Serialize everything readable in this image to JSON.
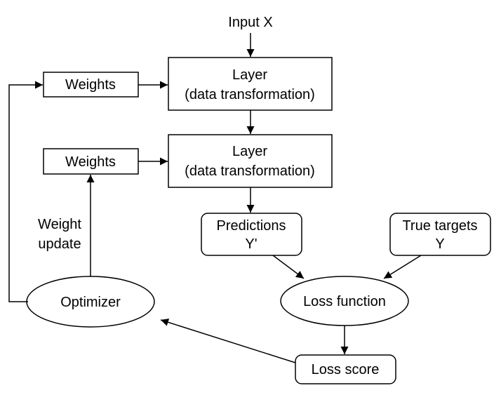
{
  "diagram": {
    "input_label": "Input X",
    "weights_top": "Weights",
    "weights_bottom": "Weights",
    "layer_top": {
      "line1": "Layer",
      "line2": "(data transformation)"
    },
    "layer_bottom": {
      "line1": "Layer",
      "line2": "(data transformation)"
    },
    "predictions": {
      "line1": "Predictions",
      "line2": "Y'"
    },
    "true_targets": {
      "line1": "True targets",
      "line2": "Y"
    },
    "loss_function": "Loss function",
    "loss_score": "Loss score",
    "optimizer": "Optimizer",
    "weight_update": {
      "line1": "Weight",
      "line2": "update"
    },
    "stroke_color": "#000000",
    "fill_color": "#ffffff"
  }
}
